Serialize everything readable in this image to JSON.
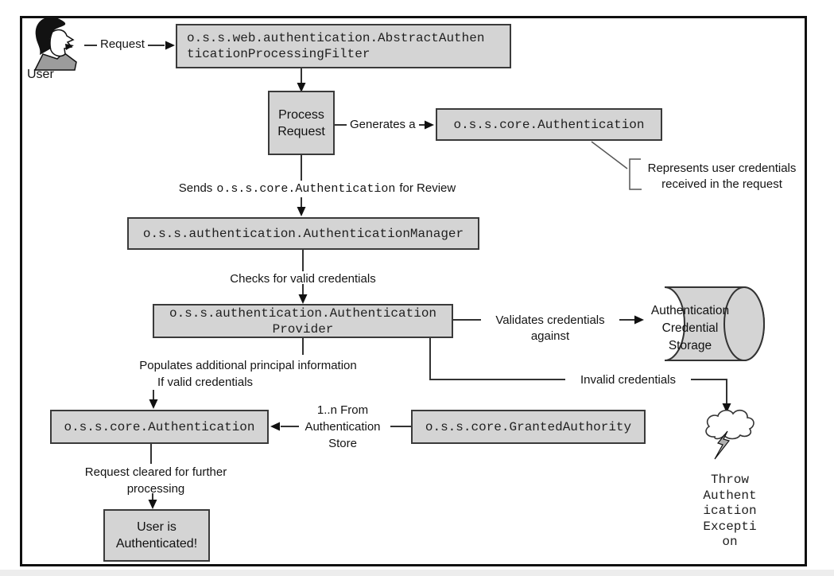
{
  "colors": {
    "box_fill": "#d4d4d4",
    "box_border": "#3a3a3a",
    "connector": "#333333",
    "frame_border": "#101010"
  },
  "icons": {
    "user": "user-person-icon",
    "storage": "database-cylinder-icon",
    "error": "cloud-lightning-icon"
  },
  "nodes": {
    "user": {
      "label": "User"
    },
    "filter": {
      "line1": "o.s.s.web.authentication.AbstractAuthen",
      "line2": "ticationProcessingFilter"
    },
    "process": {
      "line1": "Process",
      "line2": "Request"
    },
    "auth_top": {
      "label": "o.s.s.core.Authentication"
    },
    "manager": {
      "label": "o.s.s.authentication.AuthenticationManager"
    },
    "provider": {
      "line1": "o.s.s.authentication.Authentication",
      "line2": "Provider"
    },
    "storage": {
      "line1": "Authentication",
      "line2": "Credential",
      "line3": "Storage"
    },
    "auth_bottom": {
      "label": "o.s.s.core.Authentication"
    },
    "granted": {
      "label": "o.s.s.core.GrantedAuthority"
    },
    "final": {
      "line1": "User is",
      "line2": "Authenticated!"
    },
    "exception": {
      "line1": "Throw",
      "line2": "Authent",
      "line3": "ication",
      "line4": "Excepti",
      "line5": "on"
    }
  },
  "edges": {
    "request": "Request",
    "generates": "Generates a",
    "represents": {
      "line1": "Represents user credentials",
      "line2": "received in the request"
    },
    "sends": {
      "prefix": "Sends",
      "code": "o.s.s.core.Authentication",
      "suffix": "for Review"
    },
    "checks": "Checks for valid credentials",
    "validates": {
      "line1": "Validates credentials",
      "line2": "against"
    },
    "invalid": "Invalid credentials",
    "populates": {
      "line1": "Populates additional principal information",
      "line2": "If valid credentials"
    },
    "from_store": {
      "line1": "1..n From",
      "line2": "Authentication",
      "line3": "Store"
    },
    "cleared": {
      "line1": "Request cleared for further",
      "line2": "processing"
    }
  }
}
